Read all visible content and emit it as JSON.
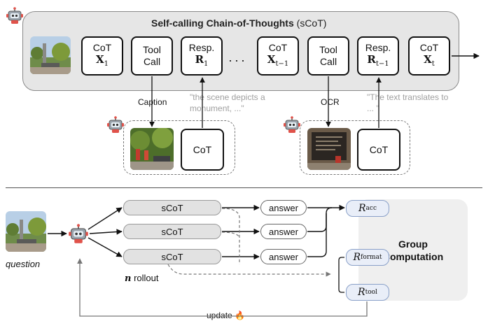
{
  "top": {
    "title_main": "Self-calling Chain-of-Thoughts",
    "title_suffix": "(sCoT)",
    "steps": [
      {
        "line1": "CoT",
        "sym": "X",
        "sub": "1"
      },
      {
        "line1": "Tool",
        "line2": "Call"
      },
      {
        "line1": "Resp.",
        "sym": "R",
        "sub": "1"
      },
      {
        "line1": "CoT",
        "sym": "X",
        "sub": "t−1"
      },
      {
        "line1": "Tool",
        "line2": "Call"
      },
      {
        "line1": "Resp.",
        "sym": "R",
        "sub": "t−1"
      },
      {
        "line1": "CoT",
        "sym": "X",
        "sub": "t"
      }
    ],
    "ellipsis": "···",
    "caption_label": "Caption",
    "ocr_label": "OCR",
    "quote1": "\"the scene depicts a monument, ...\"",
    "quote2": "\"The text translates to ... \"",
    "sub_cot_1": "CoT",
    "sub_cot_2": "CoT"
  },
  "bottom": {
    "question_label": "question",
    "scot_labels": [
      "sCoT",
      "sCoT",
      "sCoT"
    ],
    "answer_labels": [
      "answer",
      "answer",
      "answer"
    ],
    "rollout_n": "n",
    "rollout_label": "rollout",
    "rewards": [
      {
        "main": "R",
        "sub": "acc"
      },
      {
        "main": "R",
        "sub": "format"
      },
      {
        "main": "R",
        "sub": "tool"
      }
    ],
    "group_line1": "Group",
    "group_line2": "Computation",
    "update_label": "update 🔥"
  },
  "colors": {
    "panel_bg": "#e6e6e6",
    "reward_bg": "#e9eef8",
    "reward_border": "#8aa0c8",
    "robot_accent": "#e0524a"
  }
}
